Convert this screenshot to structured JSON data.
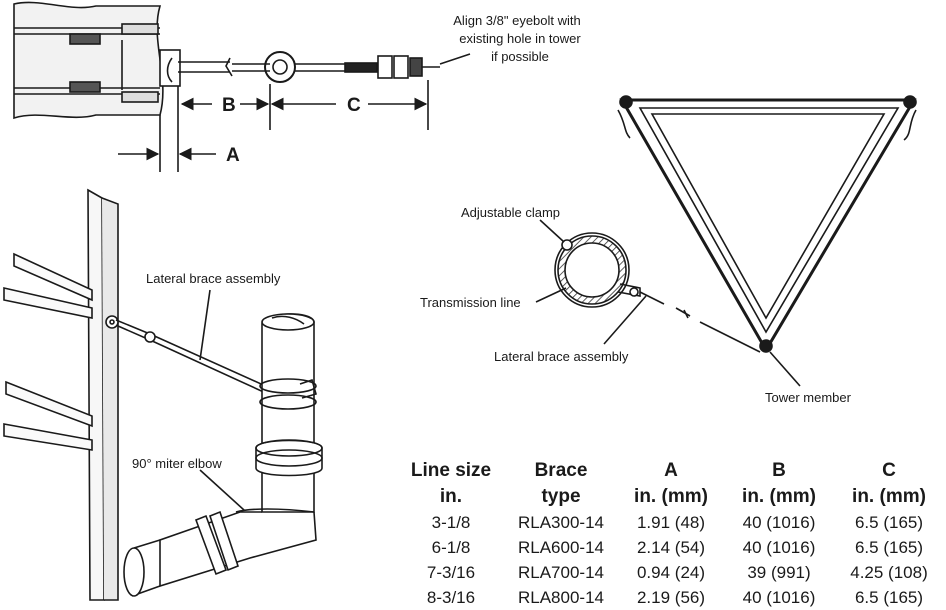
{
  "callouts": {
    "eyebolt_note": [
      "Align 3/8\" eyebolt with",
      "existing hole in tower",
      "if possible"
    ],
    "dim_a": "A",
    "dim_b": "B",
    "dim_c": "C",
    "adjustable_clamp": "Adjustable clamp",
    "transmission_line": "Transmission line",
    "lateral_brace_detail": "Lateral brace assembly",
    "tower_member": "Tower member",
    "lateral_brace_main": "Lateral brace assembly",
    "miter_elbow": "90° miter elbow"
  },
  "table": {
    "headers": [
      [
        "Line size",
        "in."
      ],
      [
        "Brace",
        "type"
      ],
      [
        "A",
        "in. (mm)"
      ],
      [
        "B",
        "in. (mm)"
      ],
      [
        "C",
        "in. (mm)"
      ]
    ],
    "rows": [
      [
        "3-1/8",
        "RLA300-14",
        "1.91 (48)",
        "40 (1016)",
        "6.5 (165)"
      ],
      [
        "6-1/8",
        "RLA600-14",
        "2.14 (54)",
        "40 (1016)",
        "6.5 (165)"
      ],
      [
        "7-3/16",
        "RLA700-14",
        "0.94 (24)",
        "39 (991)",
        "4.25 (108)"
      ],
      [
        "8-3/16",
        "RLA800-14",
        "2.19 (56)",
        "40 (1016)",
        "6.5 (165)"
      ]
    ]
  }
}
